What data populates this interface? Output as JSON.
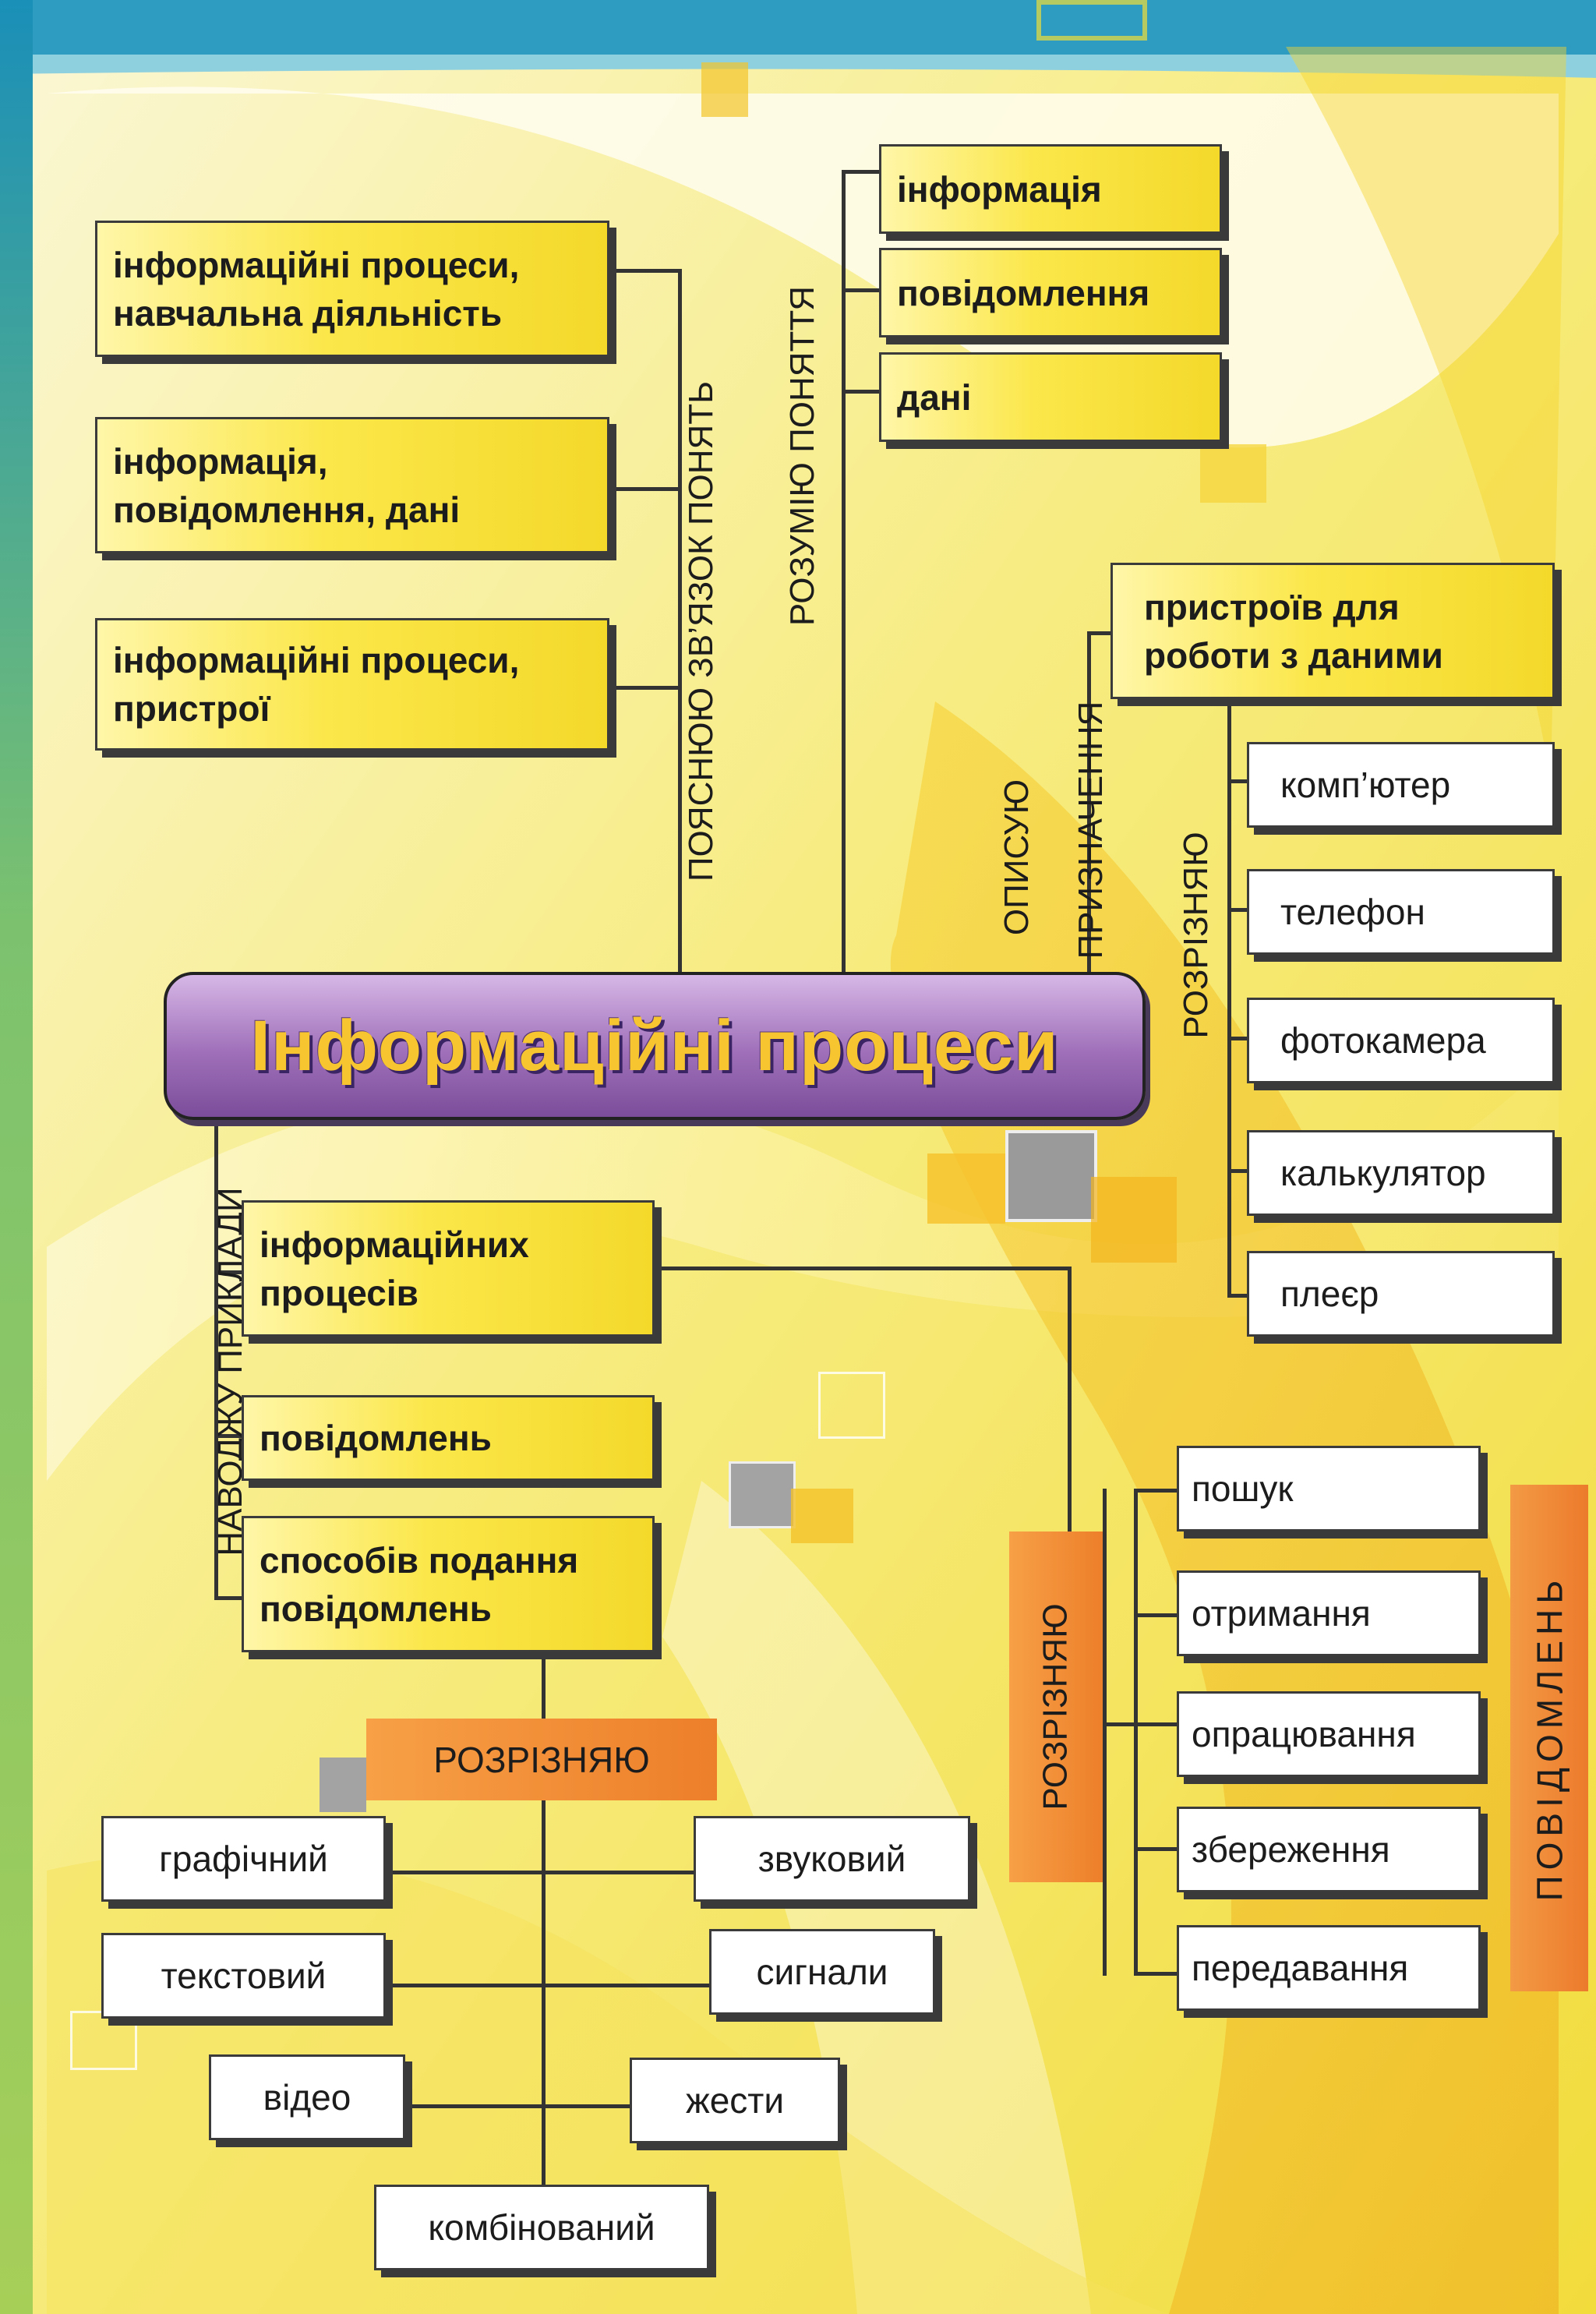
{
  "diagram": {
    "title": "Інформаційні процеси",
    "explain": {
      "label": "ПОЯСНЮЮ ЗВ’ЯЗОК ПОНЯТЬ",
      "items": [
        "інформаційні процеси,\nнавчальна діяльність",
        "інформація,\nповідомлення, дані",
        "інформаційні процеси,\nпристрої"
      ]
    },
    "understand": {
      "label": "РОЗУМІЮ ПОНЯТТЯ",
      "items": [
        "інформація",
        "повідомлення",
        "дані"
      ]
    },
    "describe": {
      "label_line1": "ОПИСУЮ",
      "label_line2": "ПРИЗНАЧЕННЯ",
      "target": "пристроїв для\nроботи з даними",
      "distinguish_label": "РОЗРІЗНЯЮ",
      "devices": [
        "комп’ютер",
        "телефон",
        "фотокамера",
        "калькулятор",
        "плеєр"
      ]
    },
    "examples": {
      "label": "НАВОДЖУ ПРИКЛАДИ",
      "items": [
        "інформаційних\nпроцесів",
        "повідомлень",
        "способів подання\nповідомлень"
      ]
    },
    "methods": {
      "label": "РОЗРІЗНЯЮ",
      "left": [
        "графічний",
        "текстовий",
        "відео"
      ],
      "right": [
        "звуковий",
        "сигнали",
        "жести"
      ],
      "bottom": "комбінований"
    },
    "processes": {
      "label": "РОЗРІЗНЯЮ",
      "side_label": "ПОВІДОМЛЕНЬ",
      "items": [
        "пошук",
        "отримання",
        "опрацювання",
        "збереження",
        "передавання"
      ]
    }
  }
}
